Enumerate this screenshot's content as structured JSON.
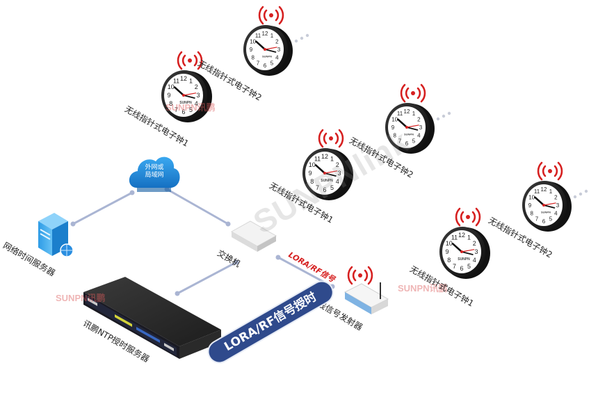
{
  "cloud": {
    "label_line1": "外网或",
    "label_line2": "局域网"
  },
  "devices": {
    "network_time_server": "网络时间服务器",
    "switch": "交换机",
    "ntp_server": "讯鹏NTP授时服务器",
    "wireless_transmitter": "无线信号发射器"
  },
  "signal_label": "LORA/RF信号",
  "banner": "LORA/RF信号授时",
  "clock_brand": "SUNPN",
  "clock_numbers": [
    "12",
    "1",
    "2",
    "3",
    "4",
    "5",
    "6",
    "7",
    "8",
    "9",
    "10",
    "11"
  ],
  "clocks": [
    {
      "label": "无线指针式电子钟1"
    },
    {
      "label": "无线指针式电子钟2"
    },
    {
      "label": "无线指针式电子钟1"
    },
    {
      "label": "无线指针式电子钟2"
    },
    {
      "label": "无线指针式电子钟1"
    },
    {
      "label": "无线指针式电子钟2"
    }
  ],
  "watermarks": {
    "big": "SUNPNlink",
    "small_latin": "SUNPN",
    "small_cn": "讯鹏"
  },
  "colors": {
    "connector": "#aab5d3",
    "banner": "#2f4a8c",
    "signal": "#d62020",
    "cloud": "#1e88d8"
  }
}
